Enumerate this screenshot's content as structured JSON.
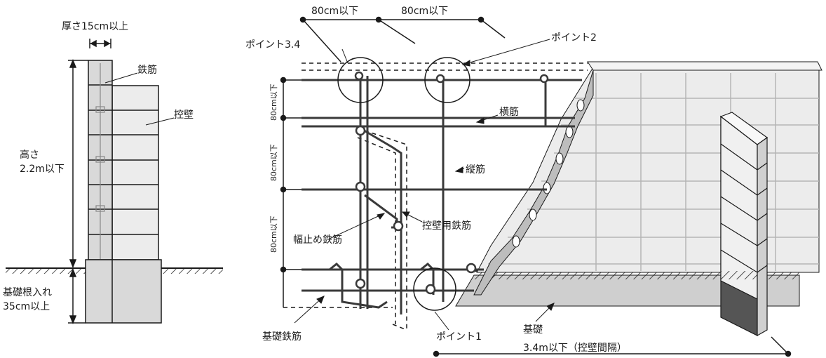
{
  "left_diagram": {
    "thickness_label": "厚さ15cm以上",
    "rebar_label": "鉄筋",
    "buttress_label": "控壁",
    "height_label_1": "高さ",
    "height_label_2": "2.2m以下",
    "foundation_label_1": "基礎根入れ",
    "foundation_label_2": "35cm以上"
  },
  "right_diagram": {
    "spacing_top_1": "80cm以下",
    "spacing_top_2": "80cm以下",
    "point_34": "ポイント3.4",
    "point_2": "ポイント2",
    "point_1": "ポイント1",
    "vertical_spacing_1": "80cm以下",
    "vertical_spacing_2": "80cm以下",
    "vertical_spacing_3": "80cm以下",
    "horizontal_rebar": "横筋",
    "vertical_rebar": "縦筋",
    "buttress_rebar": "控壁用鉄筋",
    "width_stop_rebar": "幅止め鉄筋",
    "foundation_rebar": "基礎鉄筋",
    "foundation": "基礎",
    "buttress_spacing": "3.4m以下（控壁間隔）"
  },
  "colors": {
    "block_fill": "#d9d9d9",
    "wall_fill": "#ececec",
    "line": "#1a1a1a",
    "foundation_dark": "#555555"
  }
}
